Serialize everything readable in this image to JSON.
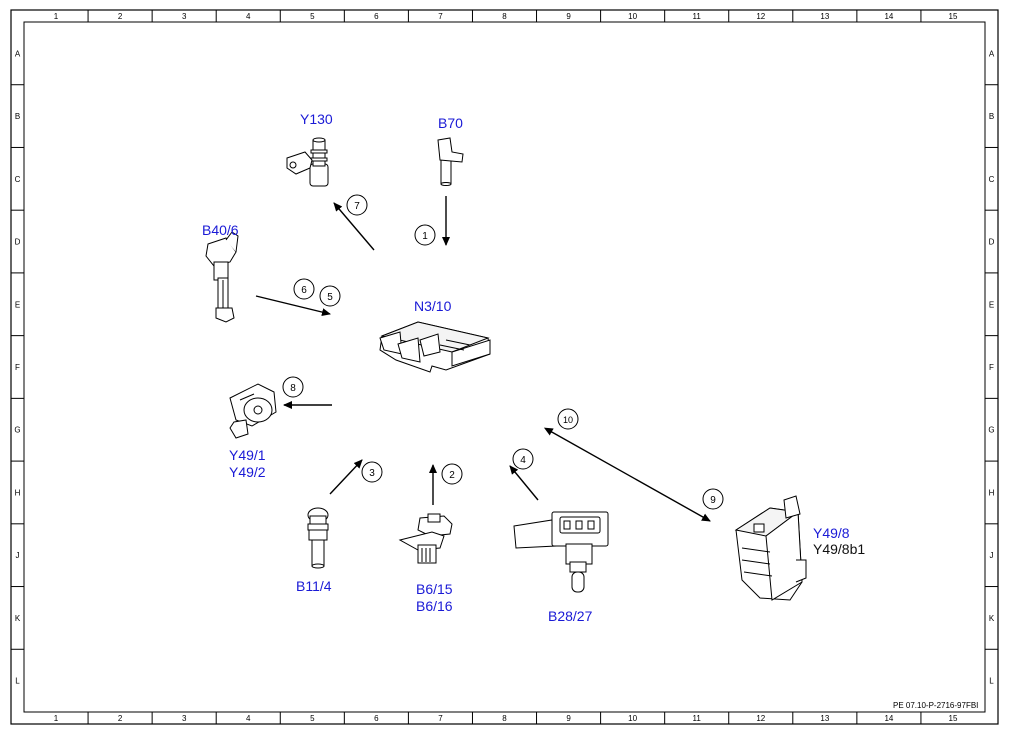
{
  "frame": {
    "columns": [
      "1",
      "2",
      "3",
      "4",
      "5",
      "6",
      "7",
      "8",
      "9",
      "10",
      "11",
      "12",
      "13",
      "14",
      "15"
    ],
    "rows": [
      "A",
      "B",
      "C",
      "D",
      "E",
      "F",
      "G",
      "H",
      "J",
      "K",
      "L"
    ]
  },
  "components": {
    "ecu": "N3/10",
    "y130": "Y130",
    "b70": "B70",
    "b40_6": "B40/6",
    "y49_1": "Y49/1",
    "y49_2": "Y49/2",
    "b11_4": "B11/4",
    "b6_15": "B6/15",
    "b6_16": "B6/16",
    "b28_27": "B28/27",
    "y49_8": "Y49/8",
    "y49_8b1": "Y49/8b1"
  },
  "callouts": [
    "1",
    "2",
    "3",
    "4",
    "5",
    "6",
    "7",
    "8",
    "9",
    "10"
  ],
  "doc_ref": "PE 07.10-P-2716-97FBI",
  "colors": {
    "label": "#1a1ad6",
    "line": "#000000"
  }
}
